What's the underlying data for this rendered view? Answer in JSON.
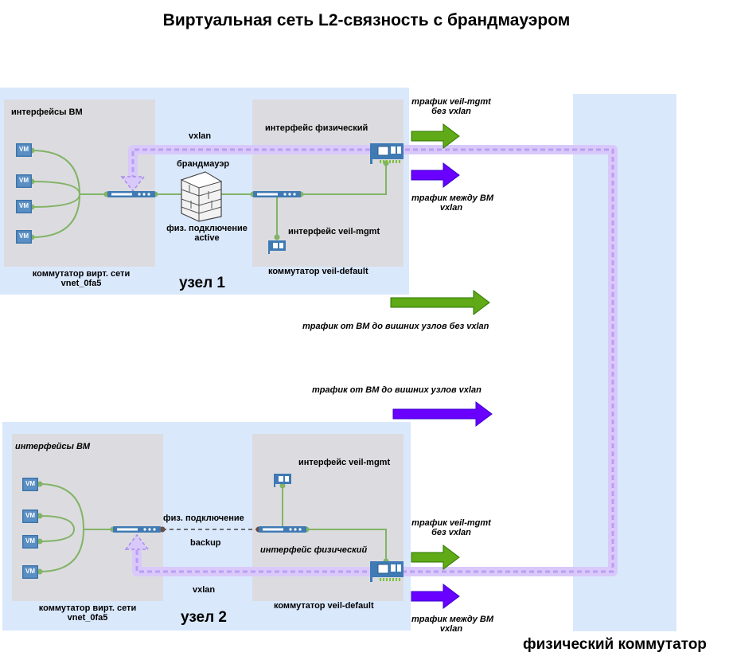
{
  "title": "Виртуальная сеть L2-связность с брандмауэром",
  "node1": {
    "name": "узел 1",
    "vm_interfaces": "интерфейсы ВМ",
    "vm_label": "VM",
    "vswitch": "коммутатор вирт. сети",
    "vnet": "vnet_0fa5",
    "vxlan": "vxlan",
    "firewall": "брандмауэр",
    "phys_link": "физ. подключение",
    "phys_link_state": "active",
    "phys_iface": "интерфейс физический",
    "mgmt_iface": "интерфейс veil-mgmt",
    "default_switch": "коммутатор veil-default"
  },
  "node2": {
    "name": "узел 2",
    "vm_interfaces": "интерфейсы ВМ",
    "vm_label": "VM",
    "vswitch": "коммутатор вирт. сети",
    "vnet": "vnet_0fa5",
    "vxlan": "vxlan",
    "phys_link": "физ. подключение",
    "phys_link_state": "backup",
    "phys_iface": "интерфейс физический",
    "mgmt_iface": "интерфейс veil-mgmt",
    "default_switch": "коммутатор veil-default"
  },
  "traffic": {
    "mgmt_no_vxlan_1": "трафик veil-mgmt",
    "mgmt_no_vxlan_2": "без vxlan",
    "between_vm_1": "трафик между ВМ",
    "between_vm_2": "vxlan",
    "vm_external_no_vxlan": "трафик от ВМ до вишних узлов без vxlan",
    "vm_external_vxlan": "трафик от ВМ до вишних узлов vxlan"
  },
  "physical_switch": "физический коммутатор",
  "colors": {
    "node_bg": "#dae8fc",
    "inner_bg": "#dcdce0",
    "green_arrow": "#60a917",
    "purple_arrow": "#6a00ff",
    "vxlan_path": "#c9b4f5",
    "link_green": "#82b366",
    "device_blue": "#3f7ab4"
  }
}
